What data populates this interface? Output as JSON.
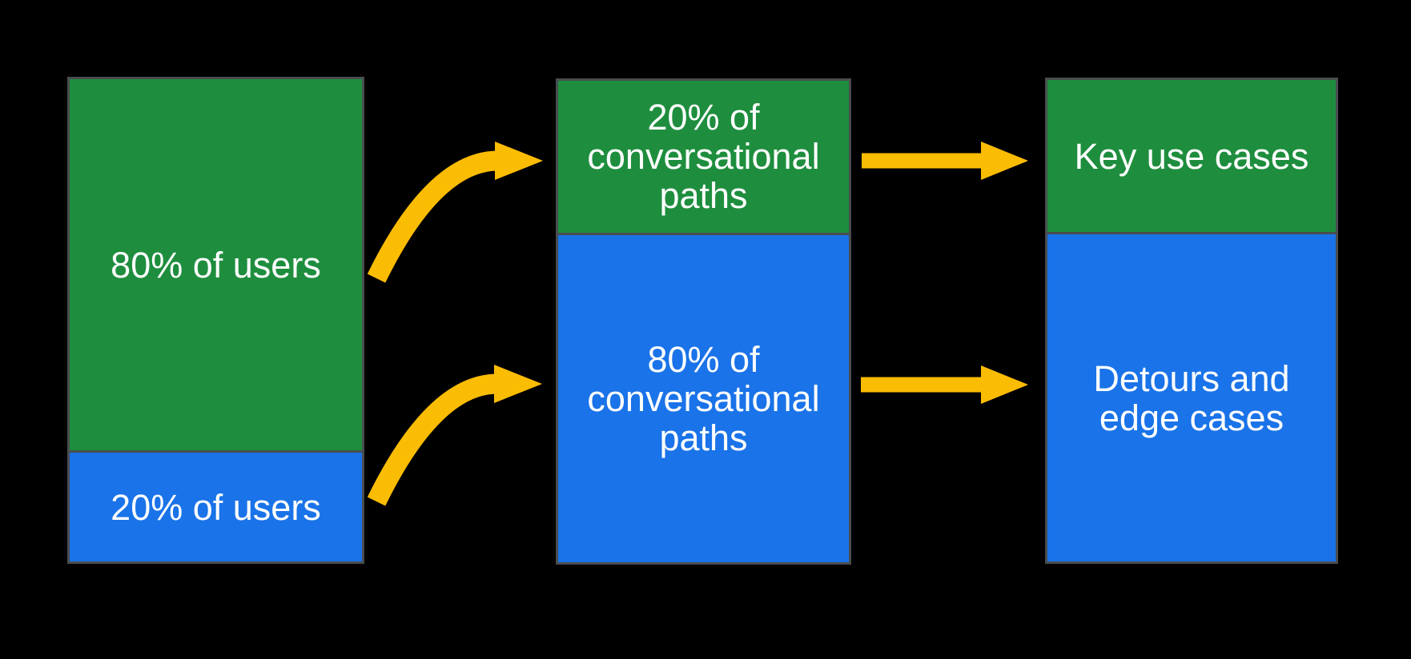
{
  "colors": {
    "green": "#1E8E3E",
    "blue": "#1A73E8",
    "yellow": "#FBBC04",
    "border": "#4A4D50",
    "bg": "#000000",
    "text": "#FFFFFF"
  },
  "columns": [
    {
      "id": "users",
      "segments": [
        {
          "id": "users-majority",
          "color_key": "green",
          "label": "80% of users"
        },
        {
          "id": "users-minority",
          "color_key": "blue",
          "label": "20% of users"
        }
      ]
    },
    {
      "id": "conversational-paths",
      "segments": [
        {
          "id": "paths-minority",
          "color_key": "green",
          "label": "20% of\nconversational\npaths"
        },
        {
          "id": "paths-majority",
          "color_key": "blue",
          "label": "80% of\nconversational\npaths"
        }
      ]
    },
    {
      "id": "outcomes",
      "segments": [
        {
          "id": "key-use-cases",
          "color_key": "green",
          "label": "Key use cases"
        },
        {
          "id": "detours-edge-cases",
          "color_key": "blue",
          "label": "Detours and\nedge cases"
        }
      ]
    }
  ],
  "arrows": [
    {
      "id": "curved-arrow-top",
      "from": "80% of users",
      "to": "20% of conversational paths"
    },
    {
      "id": "curved-arrow-bottom",
      "from": "20% of users",
      "to": "80% of conversational paths"
    },
    {
      "id": "straight-arrow-top",
      "from": "20% of conversational paths",
      "to": "Key use cases"
    },
    {
      "id": "straight-arrow-bottom",
      "from": "80% of conversational paths",
      "to": "Detours and edge cases"
    }
  ]
}
